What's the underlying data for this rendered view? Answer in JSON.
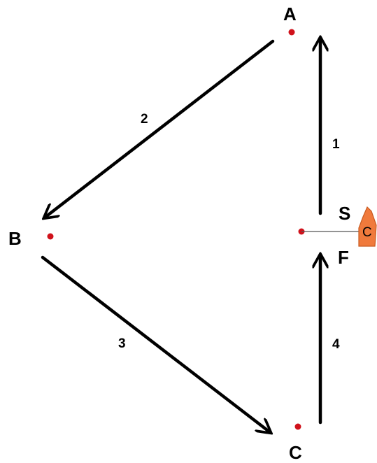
{
  "marks": {
    "A": "A",
    "B": "B",
    "C": "C",
    "start": "S",
    "finish": "F"
  },
  "legs": [
    "1",
    "2",
    "3",
    "4"
  ],
  "committee_boat": {
    "label": "C",
    "color": "#f07a3c"
  },
  "colors": {
    "arrow": "#000000",
    "mark_dot": "#d0121b",
    "line": "#555555"
  }
}
